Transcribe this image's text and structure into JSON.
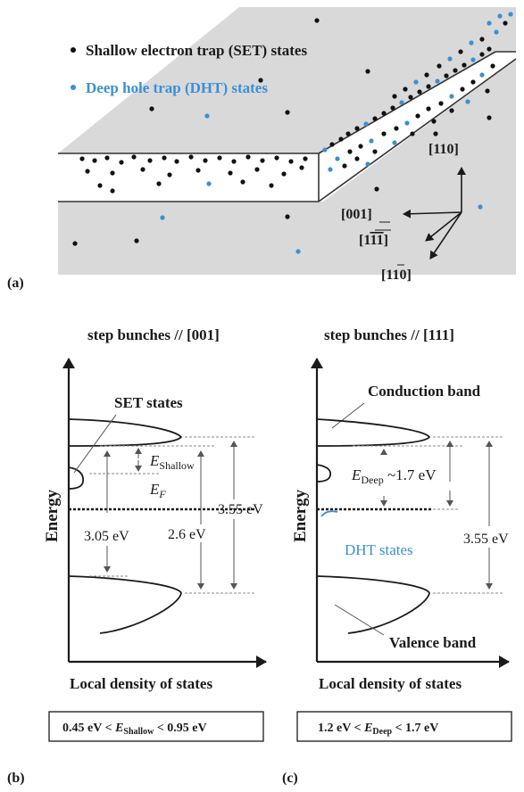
{
  "panel_labels": {
    "a": "(a)",
    "b": "(b)",
    "c": "(c)"
  },
  "legend": {
    "set": "Shallow electron trap (SET) states",
    "dht": "Deep hole trap (DHT) states"
  },
  "directions": {
    "d110": "[110]",
    "d001": "[001]",
    "d1m1m1": "[1",
    "d1m1m1_bar": "11",
    "d1m1m1_end": "]",
    "d1m10": "[1",
    "d1m10_bar": "1",
    "d1m10_end": "0]"
  },
  "panel_b": {
    "title": "step bunches // [001]",
    "y_label": "Energy",
    "x_label": "Local density of states",
    "set_label": "SET states",
    "e_shallow": "E",
    "e_shallow_sub": "Shallow",
    "e_f": "E",
    "e_f_sub": "F",
    "gap": "3.55 eV",
    "v1": "3.05 eV",
    "v2": "2.6 eV",
    "box": {
      "pre": "0.45 eV < ",
      "e": "E",
      "sub": "Shallow",
      "post": " < 0.95 eV"
    }
  },
  "panel_c": {
    "title": "step bunches // [111]",
    "y_label": "Energy",
    "x_label": "Local density of states",
    "cb_label": "Conduction band",
    "vb_label": "Valence band",
    "dht_label": "DHT states",
    "e_deep": "E",
    "e_deep_sub": "Deep",
    "e_deep_val": " ~1.7 eV",
    "gap": "3.55 eV",
    "box": {
      "pre": "1.2 eV < ",
      "e": "E",
      "sub": "Deep",
      "post": " < 1.7 eV"
    }
  },
  "colors": {
    "set_dot": "#111111",
    "dht_dot": "#3b8fd4",
    "surface": "#d9d9d9"
  }
}
